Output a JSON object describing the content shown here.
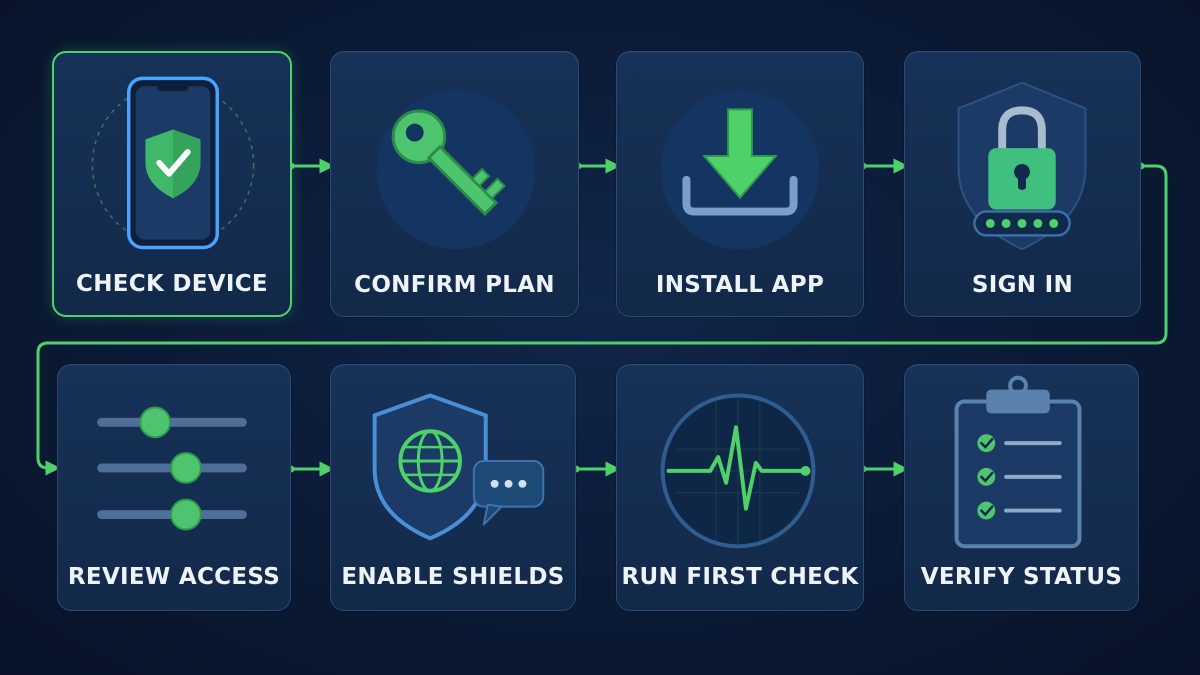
{
  "steps": [
    {
      "label": "CHECK DEVICE",
      "icon": "phone-shield-icon",
      "active": true
    },
    {
      "label": "CONFIRM PLAN",
      "icon": "key-icon",
      "active": false
    },
    {
      "label": "INSTALL APP",
      "icon": "download-icon",
      "active": false
    },
    {
      "label": "SIGN IN",
      "icon": "padlock-password-icon",
      "active": false
    },
    {
      "label": "REVIEW ACCESS",
      "icon": "sliders-icon",
      "active": false
    },
    {
      "label": "ENABLE SHIELDS",
      "icon": "shield-globe-chat-icon",
      "active": false
    },
    {
      "label": "RUN FIRST CHECK",
      "icon": "pulse-monitor-icon",
      "active": false
    },
    {
      "label": "VERIFY STATUS",
      "icon": "clipboard-checklist-icon",
      "active": false
    }
  ],
  "colors": {
    "accent": "#4fd16a",
    "background": "#0b1a36",
    "card": "#153056",
    "card_border": "#2c4a74",
    "text": "#eef3fa"
  }
}
